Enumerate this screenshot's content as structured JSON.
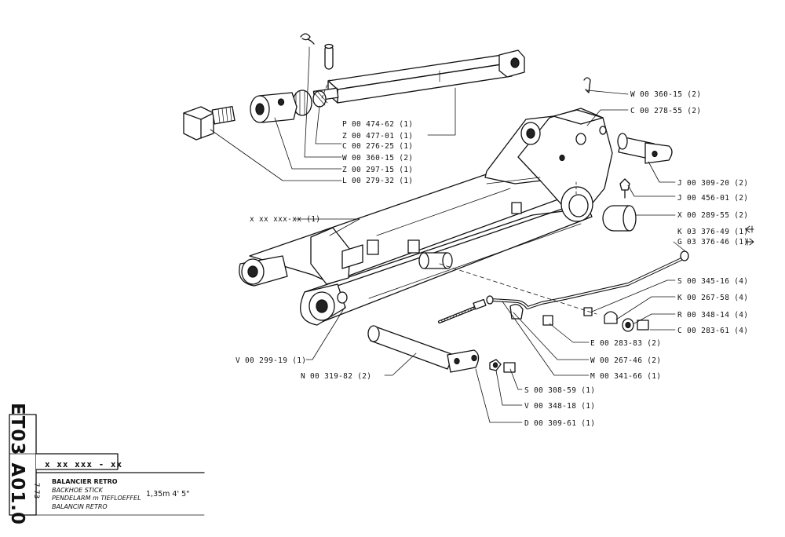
{
  "drawing": {
    "sheet_code": "ET03 A01.0",
    "date": "7-73",
    "assembly_ref": "x xx xxx - xx",
    "titles": [
      "BALANCIER RETRO",
      "BACKHOE STICK",
      "PENDELARM m  TIEFLOEFFEL",
      "BALANCIN RETRO"
    ],
    "size": "1,35m  4'  5\""
  },
  "parts": [
    {
      "ref": "P 00 474-62",
      "qty": "(1)"
    },
    {
      "ref": "Z 00 477-01",
      "qty": "(1)"
    },
    {
      "ref": "C 00 276-25",
      "qty": "(1)"
    },
    {
      "ref": "W 00 360-15",
      "qty": "(2)"
    },
    {
      "ref": "Z 00 297-15",
      "qty": "(1)"
    },
    {
      "ref": "L 00 279-32",
      "qty": "(1)"
    },
    {
      "ref": "W 00 360-15",
      "qty": "(2)"
    },
    {
      "ref": "C 00 278-55",
      "qty": "(2)"
    },
    {
      "ref": "J 00 309-20",
      "qty": "(2)"
    },
    {
      "ref": "J 00 456-01",
      "qty": "(2)"
    },
    {
      "ref": "X 00 289-55",
      "qty": "(2)"
    },
    {
      "ref": "K 03 376-49",
      "qty": "(1)"
    },
    {
      "ref": "G 03 376-46",
      "qty": "(1)"
    },
    {
      "ref": "S 00 345-16",
      "qty": "(4)"
    },
    {
      "ref": "K 00 267-58",
      "qty": "(4)"
    },
    {
      "ref": "R 00 348-14",
      "qty": "(4)"
    },
    {
      "ref": "C 00 283-61",
      "qty": "(4)"
    },
    {
      "ref": "E 00 283-83",
      "qty": "(2)"
    },
    {
      "ref": "W 00 267-46",
      "qty": "(2)"
    },
    {
      "ref": "M 00 341-66",
      "qty": "(1)"
    },
    {
      "ref": "x xx xxx-xx",
      "qty": "(1)"
    },
    {
      "ref": "V 00 299-19",
      "qty": "(1)"
    },
    {
      "ref": "N 00 319-82",
      "qty": "(2)"
    },
    {
      "ref": "S 00 308-59",
      "qty": "(1)"
    },
    {
      "ref": "V 00 348-18",
      "qty": "(1)"
    },
    {
      "ref": "D 00 309-61",
      "qty": "(1)"
    }
  ]
}
